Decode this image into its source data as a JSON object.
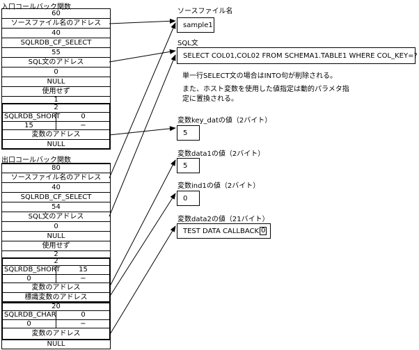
{
  "entry": {
    "title": "入口コールバック関数",
    "rows": [
      "60",
      "ソースファイル名のアドレス",
      "40",
      "SQLRDB_CF_SELECT",
      "55",
      "SQL文のアドレス",
      "0",
      "NULL",
      "使用せず",
      "1",
      "2"
    ],
    "var_type": "SQLRDB_SHORT",
    "var_type_val": "0",
    "var_len": "15",
    "var_dash": "−",
    "var_addr": "変数のアドレス",
    "null_label": "NULL"
  },
  "exit": {
    "title": "出口コールバック関数",
    "rows": [
      "80",
      "ソースファイル名のアドレス",
      "40",
      "SQLRDB_CF_SELECT",
      "54",
      "SQL文のアドレス",
      "0",
      "NULL",
      "使用せず",
      "2",
      "2"
    ],
    "var1_type": "SQLRDB_SHORT",
    "var1_len": "15",
    "var1_zero": "0",
    "var1_dash": "−",
    "var1_addr": "変数のアドレス",
    "ind_addr": "標識変数のアドレス",
    "var2_header": "20",
    "var2_type": "SQLRDB_CHAR",
    "var2_val": "0",
    "var2_zero": "0",
    "var2_dash": "−",
    "var2_addr": "変数のアドレス",
    "null_label": "NULL"
  },
  "right": {
    "source_label": "ソースファイル名",
    "source_value": "sample1",
    "sql_label": "SQL文",
    "sql_value": "SELECT COL01,COL02 FROM SCHEMA1.TABLE1  WHERE COL_KEY=?",
    "note1": "単一行SELECT文の場合はINTO句が削除される。",
    "note2": "また、ホスト変数を使用した値指定は動的パラメタ指",
    "note3": "定に置換される。",
    "key_label": "変数key_datの値（2バイト）",
    "key_value": "5",
    "data1_label": "変数data1の値（2バイト）",
    "data1_value": "5",
    "ind1_label": "変数ind1の値（2バイト）",
    "ind1_value": "0",
    "data2_label": "変数data2の値（21バイト）",
    "data2_value": "TEST DATA CALLBACK",
    "terminator": "0"
  }
}
